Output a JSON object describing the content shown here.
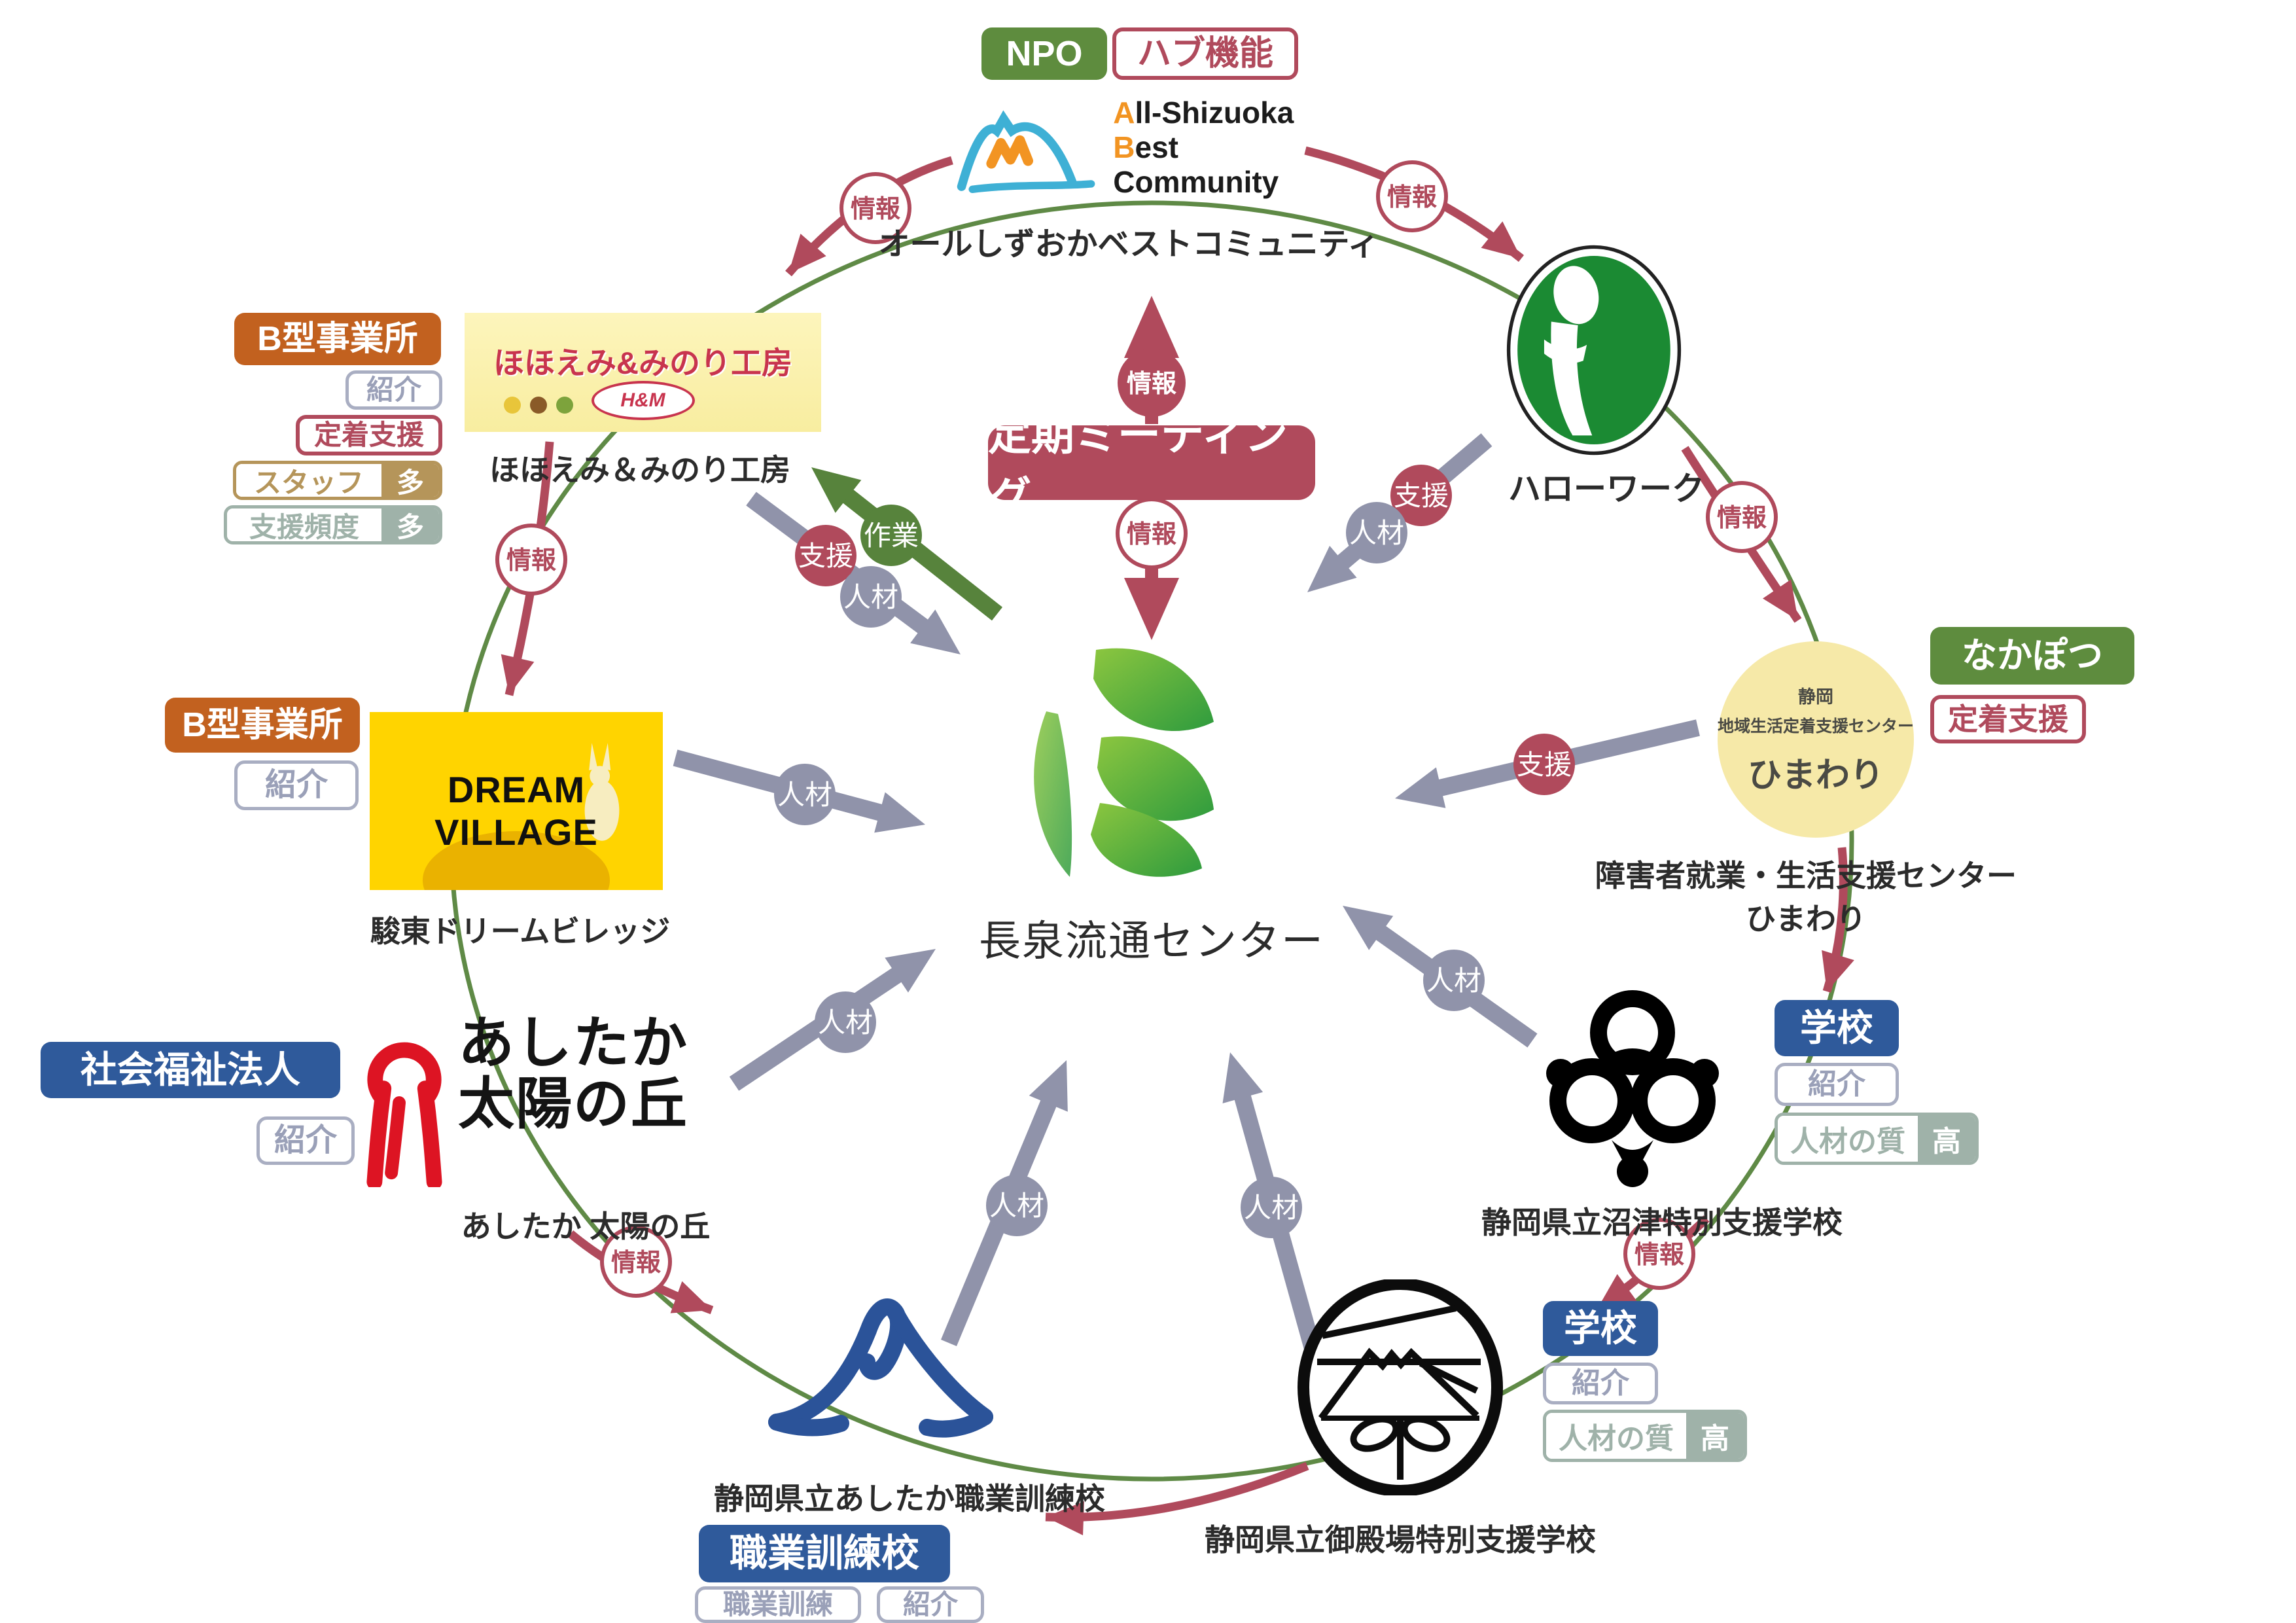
{
  "colors": {
    "crimson": "#b04a5c",
    "green": "#5e8c3e",
    "arrow_green": "#57833c",
    "grey": "#9093aa",
    "blue": "#2f5a9b",
    "orange": "#c2611f",
    "tan": "#b5955a",
    "sage": "#9fb2a9",
    "ring_green": "#4e7d32",
    "dv_yellow": "#ffd400",
    "himawari_yellow": "#f6e9a8",
    "hellowork_green": "#1b8a33",
    "ashitaka_red": "#dd1423",
    "kunren_blue": "#2b5399",
    "asbc_blue": "#3eb0d5",
    "asbc_orange": "#f29422"
  },
  "nodes": {
    "asbc": {
      "tag_npo": "NPO",
      "tag_hub": "ハブ機能",
      "logo_line1": "All-Shizuoka",
      "logo_line2": "Best Community",
      "label": "オールしずおかベストコミュニティ"
    },
    "meeting": {
      "label": "定期ミーティング"
    },
    "center": {
      "label": "長泉流通センター"
    },
    "hellowork": {
      "label": "ハローワーク"
    },
    "himawari": {
      "tag_nakapotsu": "なかぽつ",
      "tag_teichaku": "定着支援",
      "circle_lines": [
        "静岡",
        "地域生活定着支援センター",
        "ひまわり"
      ],
      "label_line1": "障害者就業・生活支援センター",
      "label_line2": "ひまわり"
    },
    "numazu": {
      "tag_school": "学校",
      "tag_shokai": "紹介",
      "quality_key": "人材の質",
      "quality_val": "高",
      "label": "静岡県立沼津特別支援学校"
    },
    "gotemba": {
      "tag_school": "学校",
      "tag_shokai": "紹介",
      "quality_key": "人材の質",
      "quality_val": "高",
      "label": "静岡県立御殿場特別支援学校"
    },
    "kunren": {
      "label": "静岡県立あしたか職業訓練校",
      "tag_type": "職業訓練校",
      "tag_sub1": "職業訓練",
      "tag_sub2": "紹介"
    },
    "ashitaka": {
      "tag_org": "社会福祉法人",
      "tag_shokai": "紹介",
      "logo_line1": "あしたか",
      "logo_line2": "太陽の丘",
      "label": "あしたか 太陽の丘"
    },
    "dreamvillage": {
      "tag_b": "B型事業所",
      "tag_shokai": "紹介",
      "logo_text": "DREAM VILLAGE",
      "label": "駿東ドリームビレッジ"
    },
    "hohoemi": {
      "tag_b": "B型事業所",
      "tag_shokai": "紹介",
      "tag_teichaku": "定着支援",
      "staff_key": "スタッフ",
      "staff_val": "多",
      "freq_key": "支援頻度",
      "freq_val": "多",
      "banner_text": "ほほえみ&みのり工房",
      "banner_sub": "H&M",
      "label": "ほほえみ＆みのり工房"
    }
  },
  "flows": [
    {
      "id": "asbc-hohoemi",
      "label": "情報"
    },
    {
      "id": "asbc-hellowork",
      "label": "情報"
    },
    {
      "id": "hellowork-himawari",
      "label": "情報"
    },
    {
      "id": "himawari-numazu"
    },
    {
      "id": "numazu-gotemba",
      "label": "情報"
    },
    {
      "id": "gotemba-kunren"
    },
    {
      "id": "ashitaka-kunren",
      "label": "情報"
    },
    {
      "id": "hohoemi-dreamvillage",
      "label": "情報"
    },
    {
      "id": "hohoemi-center",
      "labels": [
        "支援",
        "人材"
      ]
    },
    {
      "id": "center-hohoemi",
      "labels": [
        "作業"
      ],
      "color": "green"
    },
    {
      "id": "hellowork-center",
      "labels": [
        "支援",
        "人材"
      ]
    },
    {
      "id": "himawari-center",
      "labels": [
        "支援"
      ]
    },
    {
      "id": "numazu-center",
      "labels": [
        "人材"
      ]
    },
    {
      "id": "gotemba-center",
      "labels": [
        "人材"
      ]
    },
    {
      "id": "kunren-center",
      "labels": [
        "人材"
      ]
    },
    {
      "id": "ashitaka-center",
      "labels": [
        "人材"
      ]
    },
    {
      "id": "dreamvillage-center",
      "labels": [
        "人材"
      ]
    },
    {
      "id": "meeting-up",
      "label": "情報",
      "style": "solid"
    },
    {
      "id": "meeting-down",
      "label": "情報",
      "style": "outline"
    }
  ]
}
